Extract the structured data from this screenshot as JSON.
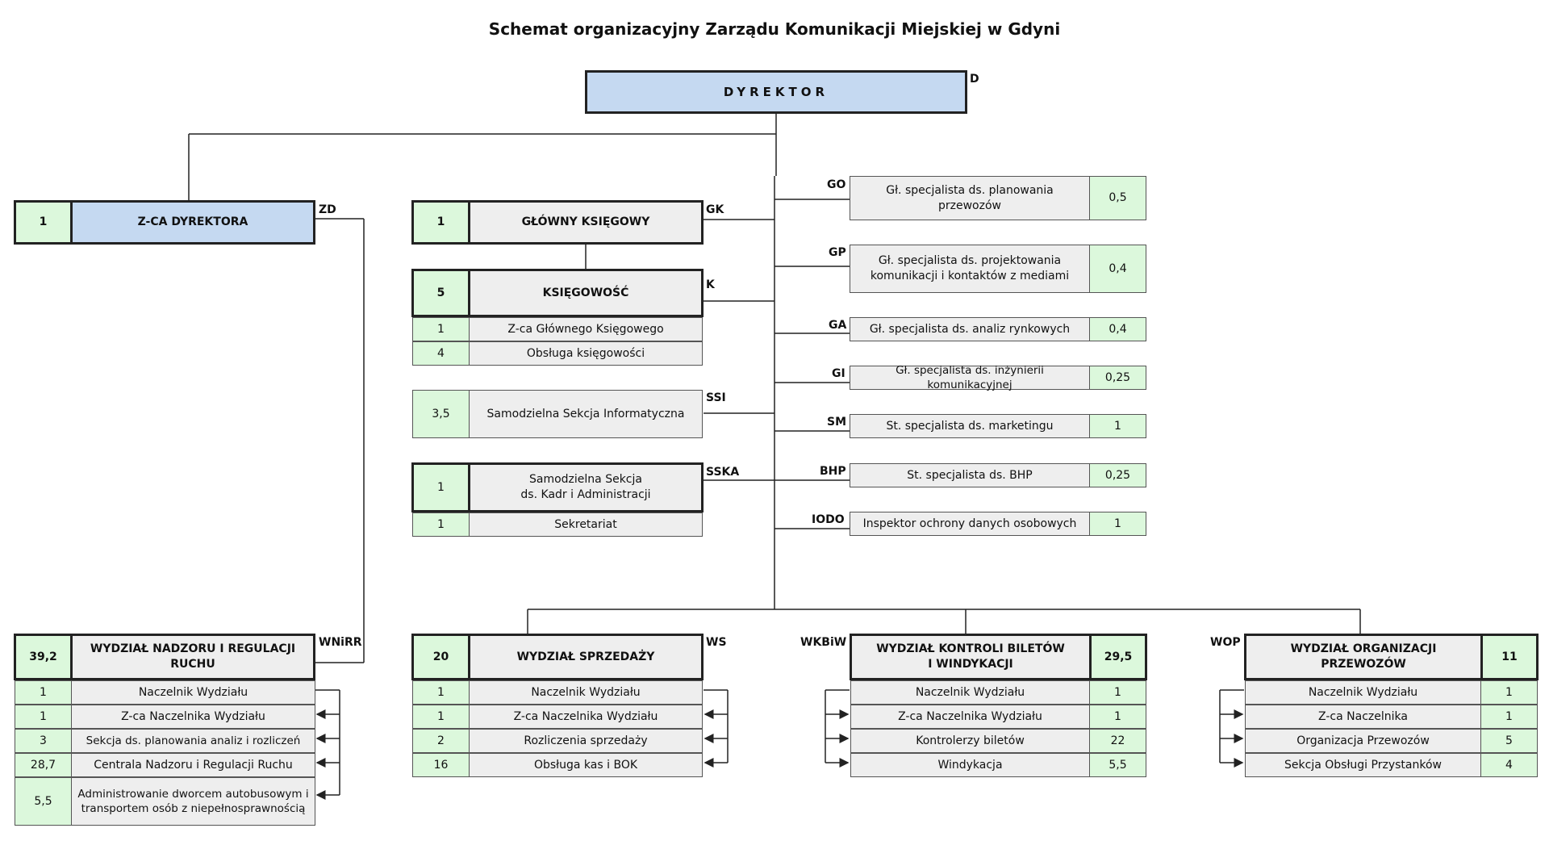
{
  "title": "Schemat organizacyjny Zarządu Komunikacji Miejskiej w Gdyni",
  "director": {
    "label": "DYREKTOR",
    "code": "D"
  },
  "deputy": {
    "count": "1",
    "label": "Z-CA DYREKTORA",
    "code": "ZD"
  },
  "chief_accountant": {
    "count": "1",
    "label": "GŁÓWNY KSIĘGOWY",
    "code": "GK"
  },
  "accounting": {
    "count": "5",
    "label": "KSIĘGOWOŚĆ",
    "code": "K",
    "rows": [
      {
        "count": "1",
        "label": "Z-ca Głównego Księgowego"
      },
      {
        "count": "4",
        "label": "Obsługa księgowości"
      }
    ]
  },
  "ssi": {
    "count": "3,5",
    "label": "Samodzielna Sekcja Informatyczna",
    "code": "SSI"
  },
  "sska": {
    "count": "1",
    "label_line1": "Samodzielna Sekcja",
    "label_line2": "ds. Kadr i Administracji",
    "code": "SSKA",
    "rows": [
      {
        "count": "1",
        "label": "Sekretariat"
      }
    ]
  },
  "specialists": [
    {
      "code": "GO",
      "label": "Gł. specjalista ds. planowania przewozów",
      "count": "0,5"
    },
    {
      "code": "GP",
      "label": "Gł. specjalista ds. projektowania komunikacji i kontaktów z mediami",
      "count": "0,4"
    },
    {
      "code": "GA",
      "label": "Gł. specjalista ds. analiz rynkowych",
      "count": "0,4"
    },
    {
      "code": "GI",
      "label": "Gł. specjalista ds. inżynierii komunikacyjnej",
      "count": "0,25"
    },
    {
      "code": "SM",
      "label": "St. specjalista ds. marketingu",
      "count": "1"
    },
    {
      "code": "BHP",
      "label": "St. specjalista ds. BHP",
      "count": "0,25"
    },
    {
      "code": "IODO",
      "label": "Inspektor ochrony danych osobowych",
      "count": "1"
    }
  ],
  "wnirr": {
    "count": "39,2",
    "label_line1": "WYDZIAŁ NADZORU I REGULACJI",
    "label_line2": "RUCHU",
    "code": "WNiRR",
    "rows": [
      {
        "count": "1",
        "label": "Naczelnik Wydziału"
      },
      {
        "count": "1",
        "label": "Z-ca Naczelnika Wydziału"
      },
      {
        "count": "3",
        "label": "Sekcja ds. planowania analiz i rozliczeń"
      },
      {
        "count": "28,7",
        "label": "Centrala Nadzoru i Regulacji Ruchu"
      },
      {
        "count": "5,5",
        "label_line1": "Administrowanie dworcem autobusowym i",
        "label_line2": "transportem osób z niepełnosprawnością"
      }
    ]
  },
  "ws": {
    "count": "20",
    "label": "WYDZIAŁ SPRZEDAŻY",
    "code": "WS",
    "rows": [
      {
        "count": "1",
        "label": "Naczelnik Wydziału"
      },
      {
        "count": "1",
        "label": "Z-ca Naczelnika Wydziału"
      },
      {
        "count": "2",
        "label": "Rozliczenia sprzedaży"
      },
      {
        "count": "16",
        "label": "Obsługa kas i BOK"
      }
    ]
  },
  "wkbiw": {
    "count": "29,5",
    "label_line1": "WYDZIAŁ KONTROLI BILETÓW",
    "label_line2": "I WINDYKACJI",
    "code": "WKBiW",
    "rows": [
      {
        "count": "1",
        "label": "Naczelnik Wydziału"
      },
      {
        "count": "1",
        "label": "Z-ca Naczelnika Wydziału"
      },
      {
        "count": "22",
        "label": "Kontrolerzy biletów"
      },
      {
        "count": "5,5",
        "label": "Windykacja"
      }
    ]
  },
  "wop": {
    "count": "11",
    "label_line1": "WYDZIAŁ ORGANIZACJI",
    "label_line2": "PRZEWOZÓW",
    "code": "WOP",
    "rows": [
      {
        "count": "1",
        "label": "Naczelnik Wydziału"
      },
      {
        "count": "1",
        "label": "Z-ca Naczelnika"
      },
      {
        "count": "5",
        "label": "Organizacja Przewozów"
      },
      {
        "count": "4",
        "label": "Sekcja Obsługi Przystanków"
      }
    ]
  }
}
